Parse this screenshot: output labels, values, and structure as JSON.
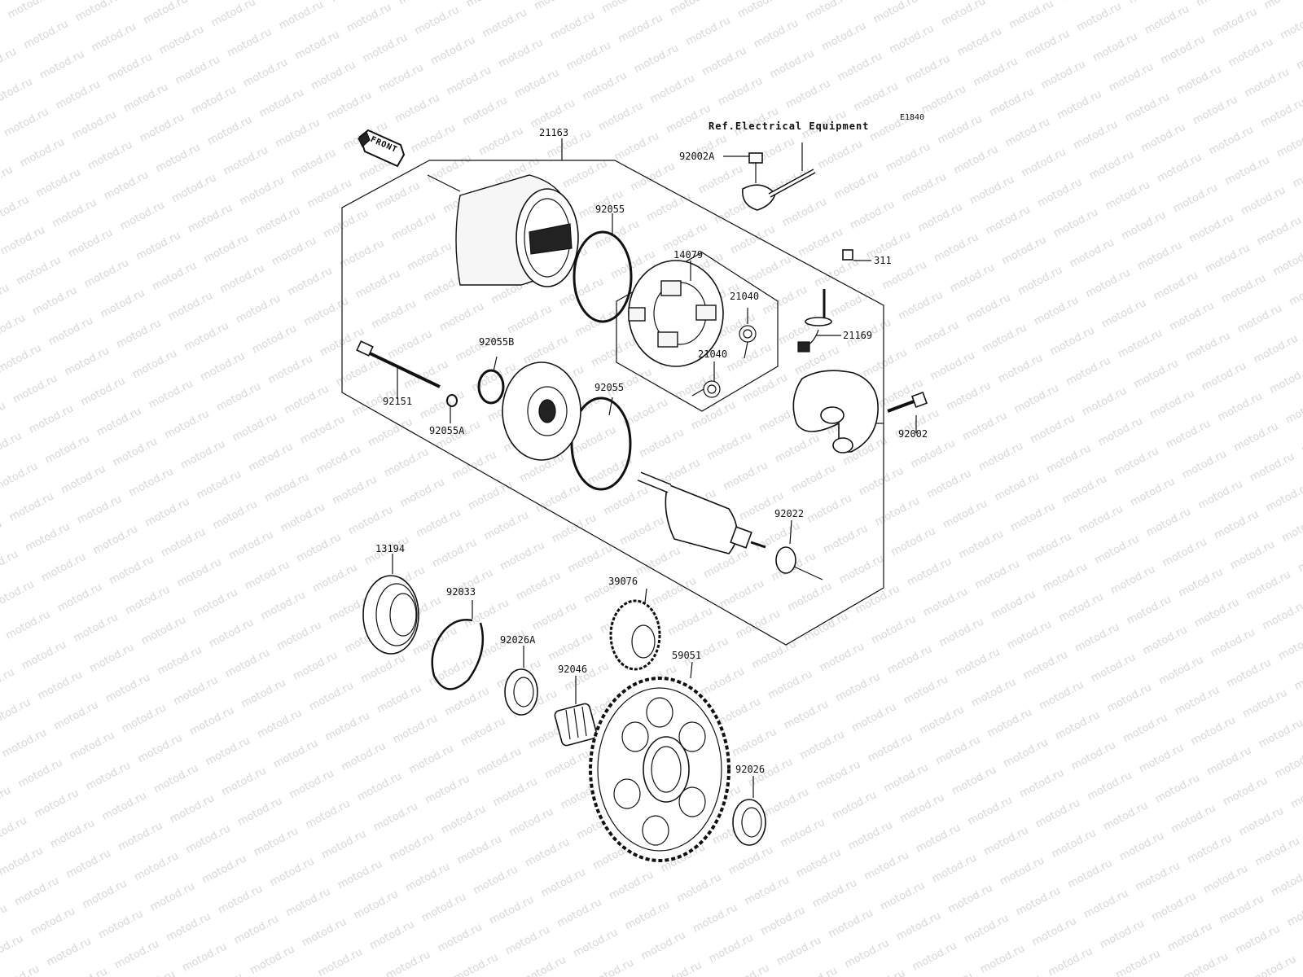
{
  "diagram": {
    "code": "E1840",
    "reference": "Ref.Electrical Equipment",
    "front_marker": "FRONT",
    "watermark": "motod.ru",
    "parts": {
      "p21163": "21163",
      "p92055_top": "92055",
      "p14079": "14079",
      "p92002A": "92002A",
      "p311": "311",
      "p21040_a": "21040",
      "p21040_b": "21040",
      "p21169": "21169",
      "p92055B": "92055B",
      "p92055_mid": "92055",
      "p92151": "92151",
      "p92055A": "92055A",
      "p92002": "92002",
      "p92022": "92022",
      "p13194": "13194",
      "p92033": "92033",
      "p39076": "39076",
      "p92026A": "92026A",
      "p92046": "92046",
      "p59051": "59051",
      "p92026": "92026"
    }
  }
}
